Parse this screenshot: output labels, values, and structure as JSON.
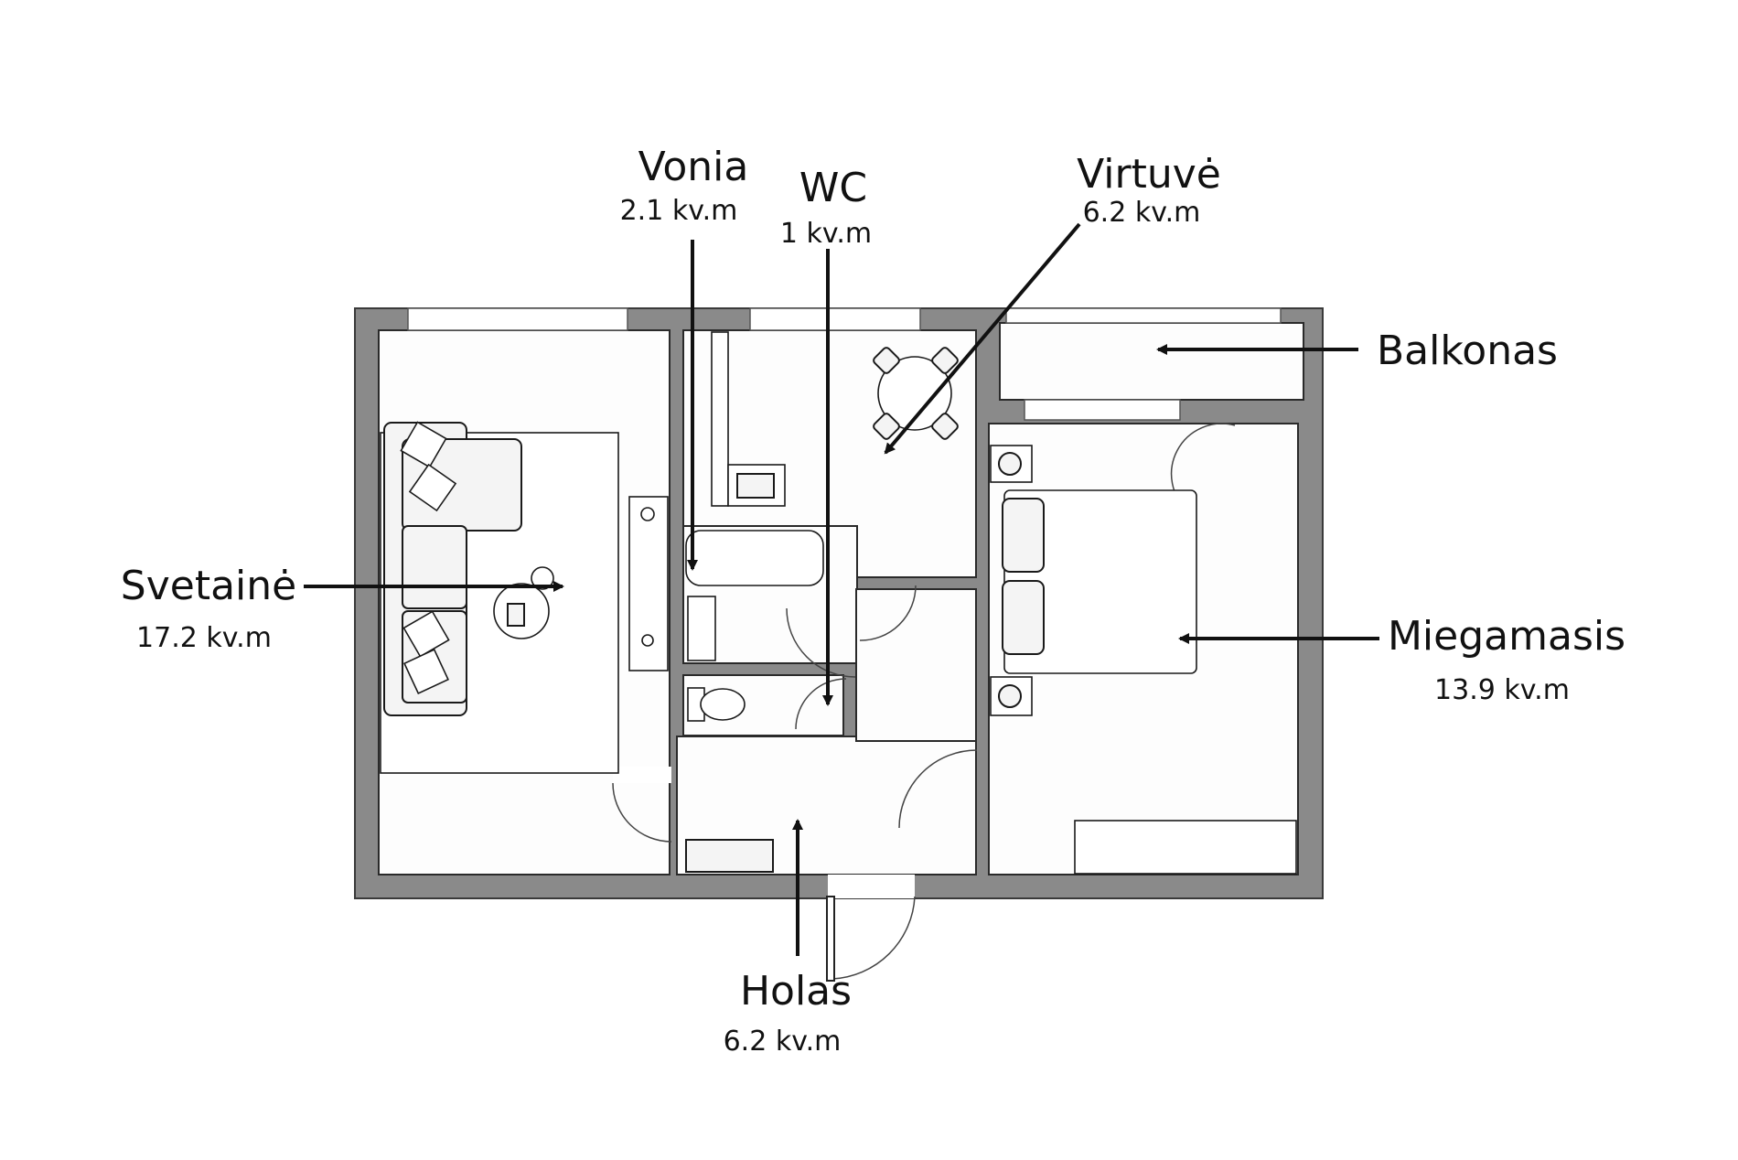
{
  "rooms": {
    "vonia": {
      "name": "Vonia",
      "area": "2.1 kv.m"
    },
    "wc": {
      "name": "WC",
      "area": "1 kv.m"
    },
    "virtuve": {
      "name": "Virtuvė",
      "area": "6.2 kv.m"
    },
    "balkonas": {
      "name": "Balkonas"
    },
    "svetaine": {
      "name": "Svetainė",
      "area": "17.2 kv.m"
    },
    "miegamasis": {
      "name": "Miegamasis",
      "area": "13.9 kv.m"
    },
    "holas": {
      "name": "Holas",
      "area": "6.2 kv.m"
    }
  },
  "colors": {
    "wall": "#8a8a8a",
    "floor": "#fdfdfd",
    "text": "#111111"
  }
}
